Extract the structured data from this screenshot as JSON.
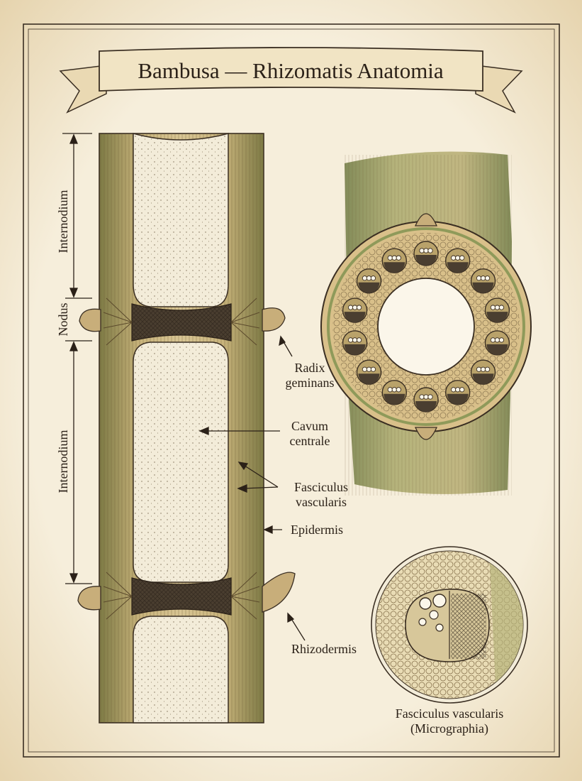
{
  "title": "Bambusa — Rhizomatis Anatomia",
  "labels": {
    "internodium_top": "Internodium",
    "nodus": "Nodus",
    "internodium_mid": "Internodium",
    "radix_line1": "Radix",
    "radix_line2": "geminans",
    "cavum_line1": "Cavum",
    "cavum_line2": "centrale",
    "fasciculus_line1": "Fasciculus",
    "fasciculus_line2": "vascularis",
    "epidermis": "Epidermis",
    "rhizodermis": "Rhizodermis",
    "micro_line1": "Fasciculus vascularis",
    "micro_line2": "(Micrographia)"
  },
  "colors": {
    "paper": "#f6eedb",
    "ink": "#2b2118",
    "culm": "#b9a26a",
    "culm_dark": "#7d6b3c",
    "green": "#8f9a5a",
    "cavity": "#f3ecd9",
    "diaphragm": "#4a3e30",
    "ring": "#d9c08a"
  }
}
